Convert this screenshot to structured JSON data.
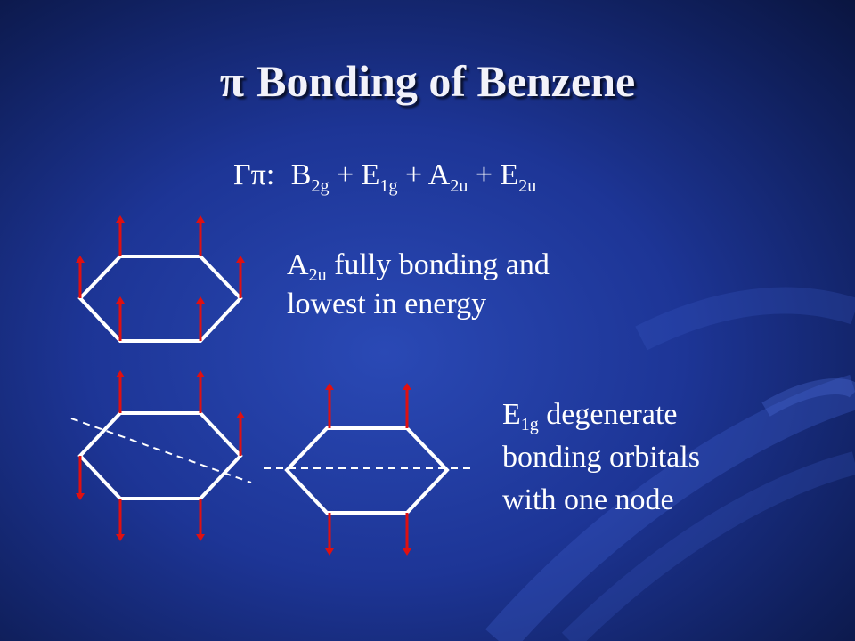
{
  "title": {
    "symbol": "π",
    "text": "Bonding of Benzene"
  },
  "gamma": {
    "label": "Γπ:",
    "terms": [
      {
        "base": "B",
        "sub": "2g"
      },
      {
        "base": "E",
        "sub": "1g"
      },
      {
        "base": "A",
        "sub": "2u"
      },
      {
        "base": "E",
        "sub": "2u"
      }
    ],
    "plus": "+"
  },
  "a2u": {
    "base": "A",
    "sub": "2u",
    "line1_rest": " fully bonding and",
    "line2": "lowest in energy"
  },
  "e1g": {
    "base": "E",
    "sub": "1g",
    "line1_rest": " degenerate",
    "line2": "bonding orbitals",
    "line3": "with one node"
  },
  "colors": {
    "arrow": "#e01010",
    "ring": "#ffffff",
    "text": "#ffffff"
  }
}
